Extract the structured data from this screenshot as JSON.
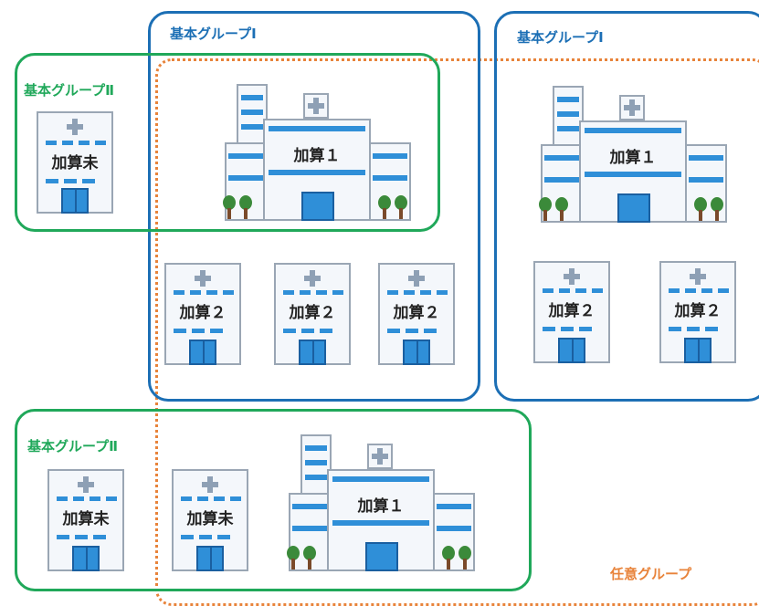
{
  "colors": {
    "group_1": "#1c6fb5",
    "group_2": "#20a85a",
    "arbitrary_group": "#e8833a",
    "window_blue": "#2f8fd8"
  },
  "groups": {
    "basic_group_1_left": {
      "label": "基本グループⅠ"
    },
    "basic_group_1_right": {
      "label": "基本グループⅠ"
    },
    "basic_group_2_top": {
      "label": "基本グループⅡ"
    },
    "basic_group_2_bottom": {
      "label": "基本グループⅡ"
    },
    "arbitrary_group": {
      "label": "任意グループ"
    }
  },
  "hospitals": [
    {
      "type": "small",
      "label": "加算未"
    },
    {
      "type": "big",
      "label": "加算１"
    },
    {
      "type": "small",
      "label": "加算２"
    },
    {
      "type": "small",
      "label": "加算２"
    },
    {
      "type": "small",
      "label": "加算２"
    },
    {
      "type": "big",
      "label": "加算１"
    },
    {
      "type": "small",
      "label": "加算２"
    },
    {
      "type": "small",
      "label": "加算２"
    },
    {
      "type": "small",
      "label": "加算未"
    },
    {
      "type": "small",
      "label": "加算未"
    },
    {
      "type": "big",
      "label": "加算１"
    }
  ]
}
